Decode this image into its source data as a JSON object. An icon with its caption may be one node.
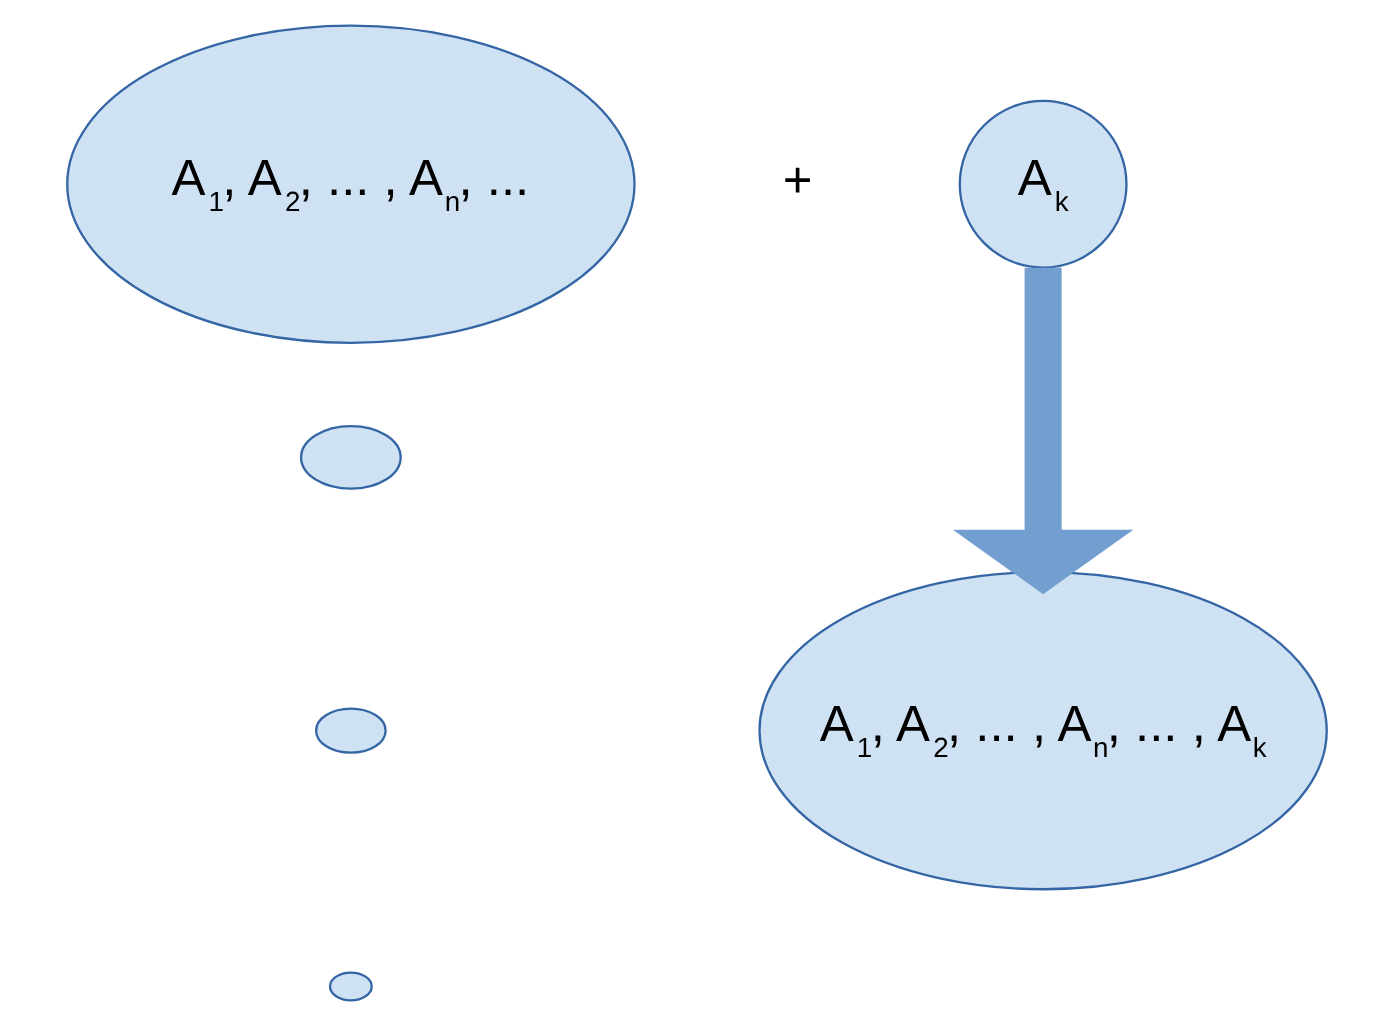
{
  "diagram": {
    "nodes": [
      {
        "text": [
          "A$_{1}$, A$_{2}$, ... , A$_{n}$, ..."
        ]
      },
      {
        "text": [
          "A$_{k}$"
        ]
      },
      {
        "text": [],
        "shape": "ellipse"
      },
      {
        "text": [],
        "shape": "ellipse"
      },
      {
        "text": [],
        "shape": "ellipse"
      },
      {
        "text": [
          "A$_{1}$, A$_{2}$, ... , A$_{n}$, ... , A$_{k}$"
        ]
      }
    ],
    "edges": [
      {
        "from": 1,
        "to": 5,
        "arrow": "to"
      }
    ],
    "labels": [
      "+"
    ]
  }
}
